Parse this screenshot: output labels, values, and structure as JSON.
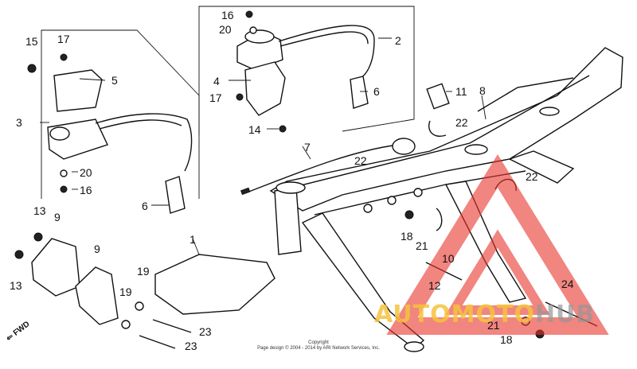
{
  "callouts": {
    "c1": "1",
    "c2": "2",
    "c3": "3",
    "c4": "4",
    "c5": "5",
    "c6a": "6",
    "c6b": "6",
    "c7": "7",
    "c8": "8",
    "c9a": "9",
    "c9b": "9",
    "c10": "10",
    "c11": "11",
    "c12": "12",
    "c13a": "13",
    "c13b": "13",
    "c14": "14",
    "c15": "15",
    "c16a": "16",
    "c16b": "16",
    "c17a": "17",
    "c17b": "17",
    "c18a": "18",
    "c18b": "18",
    "c19a": "19",
    "c19b": "19",
    "c20a": "20",
    "c20b": "20",
    "c21a": "21",
    "c21b": "21",
    "c22a": "22",
    "c22b": "22",
    "c22c": "22",
    "c23a": "23",
    "c23b": "23",
    "c24": "24"
  },
  "copyright": {
    "line1": "Copyright",
    "line2": "Page design © 2004 - 2014 by ARI Network Services, Inc."
  },
  "fwd_label": "FWD",
  "watermark": {
    "part1": "AUTOMOTO",
    "part2": "HUB",
    "color_yellow": "#f6c23c",
    "color_red": "#e8342c",
    "color_gray": "#969696"
  }
}
